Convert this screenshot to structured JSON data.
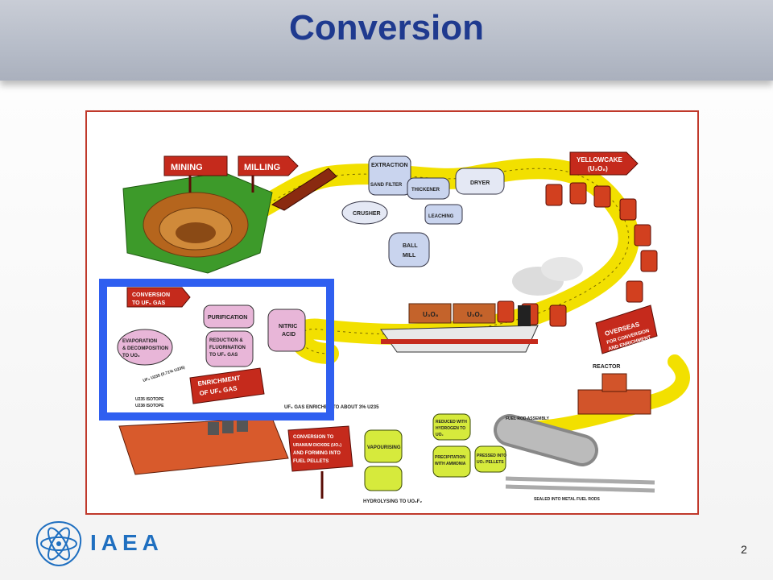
{
  "slide": {
    "title": "Conversion",
    "page_number": "2",
    "logo_text": "IAEA",
    "accent_color": "#1f3a8f",
    "highlight_color": "#2f5ff0"
  },
  "diagram": {
    "signs": {
      "mining": "MINING",
      "milling": "MILLING",
      "yellowcake_1": "YELLOWCAKE",
      "yellowcake_2": "(U₃O₈)",
      "overseas_1": "OVERSEAS",
      "overseas_2": "FOR CONVERSION",
      "overseas_3": "AND ENRICHMENT",
      "conversion_1": "CONVERSION",
      "conversion_2": "TO UF₆ GAS",
      "enrichment_1": "ENRICHMENT",
      "enrichment_2": "OF UF₆ GAS",
      "pellets_1": "CONVERSION TO",
      "pellets_2": "URANIUM DIOXIDE (UO₂)",
      "pellets_3": "AND FORMING INTO",
      "pellets_4": "FUEL PELLETS"
    },
    "vessels": {
      "extraction": "EXTRACTION",
      "sand_filter": "SAND FILTER",
      "thickener": "THICKENER",
      "dryer": "DRYER",
      "crusher": "CRUSHER",
      "leaching": "LEACHING",
      "ball_mill_1": "BALL",
      "ball_mill_2": "MILL",
      "purification": "PURIFICATION",
      "nitric_acid_1": "NITRIC",
      "nitric_acid_2": "ACID",
      "reduction_1": "REDUCTION &",
      "reduction_2": "FLUORINATION",
      "reduction_3": "TO UF₆ GAS",
      "evaporation_1": "EVAPORATION",
      "evaporation_2": "& DECOMPOSITION",
      "evaporation_3": "TO UO₃",
      "vapourising": "VAPOURISING",
      "hydrolysing": "HYDROLYSING TO UO₂F₂",
      "reduced_1": "REDUCED WITH",
      "reduced_2": "HYDROGEN TO",
      "reduced_3": "UO₂",
      "precipitation_1": "PRECIPITATION",
      "precipitation_2": "WITH AMMONIA",
      "pressed_1": "PRESSED INTO",
      "pressed_2": "UO₂ PELLETS"
    },
    "notes": {
      "uf6_isotopes": "UF₆ U235 (0.71% U235)",
      "u235_isotope": "U235 ISOTOPE",
      "u238_isotope": "U238 ISOTOPE",
      "uf6_enriched": "UF₆ GAS ENRICHED TO ABOUT 3% U235",
      "fuel_rod_assembly": "FUEL ROD ASSEMBLY",
      "sealed_rods": "SEALED INTO METAL FUEL RODS",
      "reactor": "REACTOR",
      "u3o8": "U₃O₈"
    }
  }
}
